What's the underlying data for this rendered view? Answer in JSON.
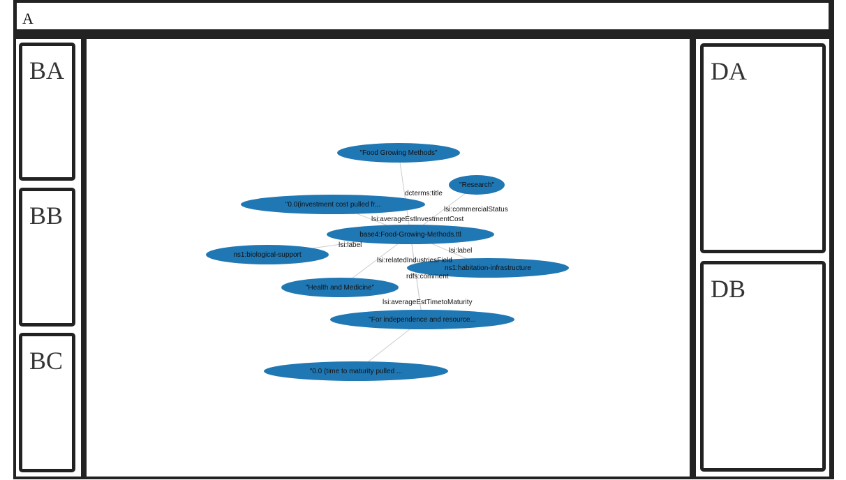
{
  "header": {
    "label": "A"
  },
  "left_panels": [
    {
      "id": "ba",
      "label": "BA"
    },
    {
      "id": "bb",
      "label": "BB"
    },
    {
      "id": "bc",
      "label": "BC"
    }
  ],
  "right_panels": [
    {
      "id": "da",
      "label": "DA"
    },
    {
      "id": "db",
      "label": "DB"
    }
  ],
  "graph": {
    "node_color": "#1f77b4",
    "edge_color": "#cccccc",
    "nodes": [
      {
        "id": "n_fgm",
        "label": "\"Food Growing Methods\""
      },
      {
        "id": "n_research",
        "label": "\"Research\""
      },
      {
        "id": "n_invest",
        "label": "\"0.0(investment cost pulled fr..."
      },
      {
        "id": "n_center",
        "label": "base4:Food-Growing-Methods.ttl"
      },
      {
        "id": "n_bio",
        "label": "ns1:biological-support"
      },
      {
        "id": "n_hab",
        "label": "ns1:habitation-infrastructure"
      },
      {
        "id": "n_health",
        "label": "\"Health and Medicine\""
      },
      {
        "id": "n_indep",
        "label": "\"For independence and resource..."
      },
      {
        "id": "n_time",
        "label": "\"0.0 (time to maturity pulled ..."
      }
    ],
    "edges": [
      {
        "label": "dcterms:title"
      },
      {
        "label": "lsi:commercialStatus"
      },
      {
        "label": "lsi:averageEstInvestmentCost"
      },
      {
        "label": "lsi:label"
      },
      {
        "label": "lsi:label"
      },
      {
        "label": "lsi:relatedIndustriesField"
      },
      {
        "label": "rdfs:comment"
      },
      {
        "label": "lsi:averageEstTimetoMaturity"
      }
    ]
  }
}
